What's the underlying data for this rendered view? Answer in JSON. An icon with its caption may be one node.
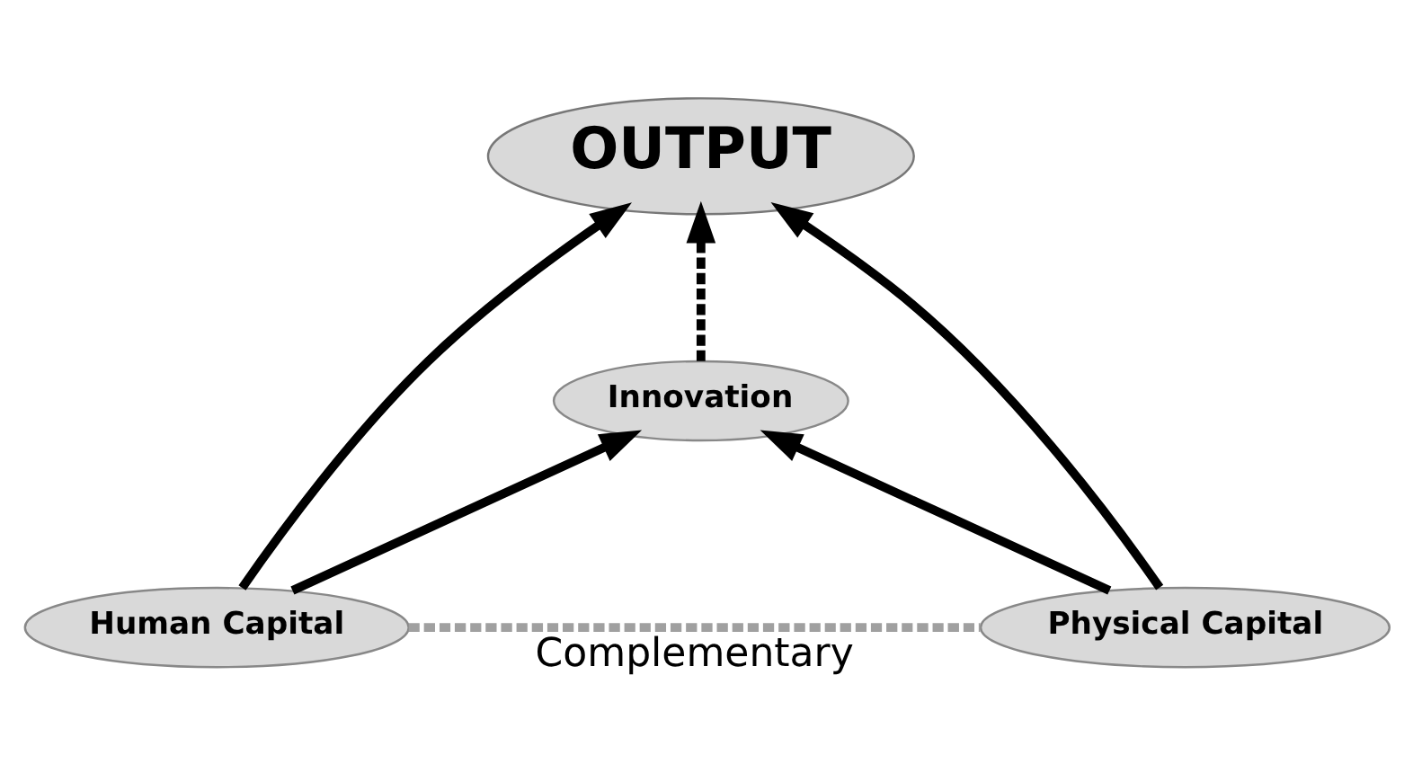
{
  "diagram": {
    "nodes": [
      {
        "text": [
          "OUTPUT"
        ]
      },
      {
        "text": [
          "Innovation"
        ]
      },
      {
        "text": [
          "Human Capital"
        ]
      },
      {
        "text": [
          "Physical Capital"
        ]
      }
    ],
    "edges": [
      {
        "from": 2,
        "to": 0,
        "arrow": "to"
      },
      {
        "from": 3,
        "to": 0,
        "arrow": "to"
      },
      {
        "from": 1,
        "to": 0,
        "arrow": "to",
        "style": "dashed"
      },
      {
        "from": 2,
        "to": 1,
        "arrow": "to"
      },
      {
        "from": 3,
        "to": 1,
        "arrow": "to"
      },
      {
        "from": 2,
        "to": 3,
        "arrow": "none",
        "label": "Complementary",
        "style": "dashed",
        "color": "#a0a0a0"
      }
    ]
  }
}
